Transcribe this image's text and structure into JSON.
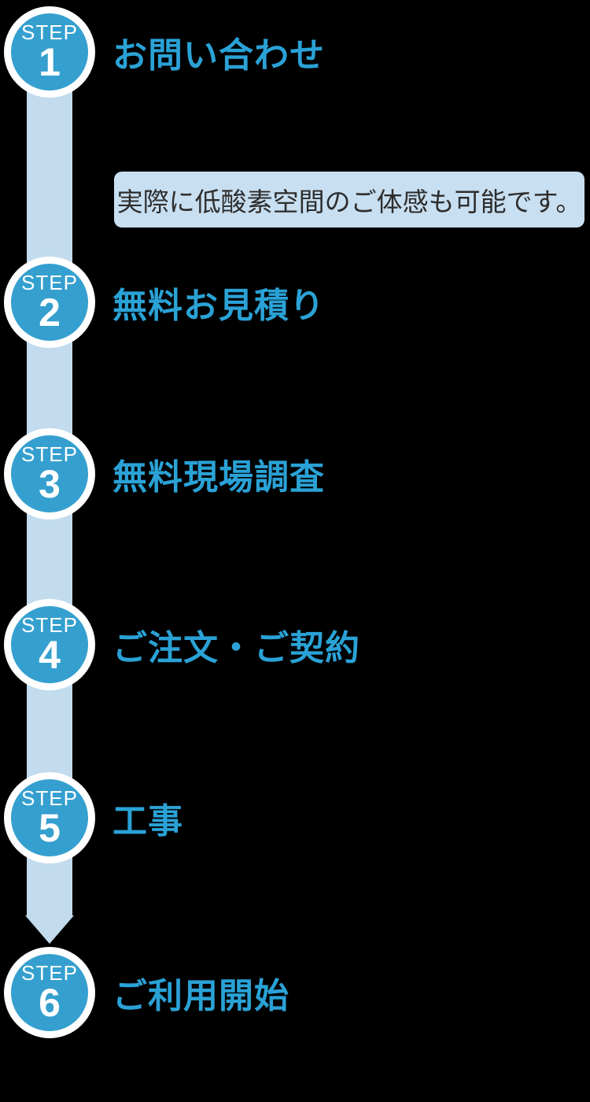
{
  "colors": {
    "background": "#000000",
    "badge_fill": "#35a0cf",
    "badge_ring": "#ffffff",
    "band": "#c2dcee",
    "title_text": "#2aa2d6",
    "callout_bg": "#c8dff1",
    "callout_text": "#2d2d2d"
  },
  "steps": [
    {
      "badge_label": "STEP",
      "number": "1",
      "title": "お問い合わせ"
    },
    {
      "badge_label": "STEP",
      "number": "2",
      "title": "無料お見積り"
    },
    {
      "badge_label": "STEP",
      "number": "3",
      "title": "無料現場調査"
    },
    {
      "badge_label": "STEP",
      "number": "4",
      "title": "ご注文・ご契約"
    },
    {
      "badge_label": "STEP",
      "number": "5",
      "title": "工事"
    },
    {
      "badge_label": "STEP",
      "number": "6",
      "title": "ご利用開始"
    }
  ],
  "callout": {
    "text": "実際に低酸素空間のご体感も可能です。"
  }
}
